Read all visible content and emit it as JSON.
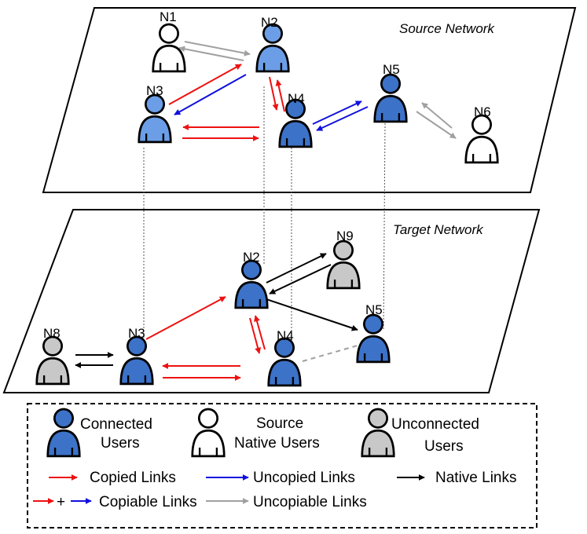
{
  "source_network": {
    "title": "Source Network",
    "nodes": [
      {
        "id": "N1",
        "type": "source"
      },
      {
        "id": "N2",
        "type": "connected-light"
      },
      {
        "id": "N3",
        "type": "connected-light"
      },
      {
        "id": "N4",
        "type": "connected"
      },
      {
        "id": "N5",
        "type": "connected"
      },
      {
        "id": "N6",
        "type": "source"
      }
    ]
  },
  "target_network": {
    "title": "Target Network",
    "nodes": [
      {
        "id": "N2",
        "type": "connected"
      },
      {
        "id": "N9",
        "type": "unconnected"
      },
      {
        "id": "N3",
        "type": "connected"
      },
      {
        "id": "N8",
        "type": "unconnected"
      },
      {
        "id": "N4",
        "type": "connected"
      },
      {
        "id": "N5",
        "type": "connected"
      }
    ]
  },
  "legend": {
    "connected_line1": "Connected",
    "connected_line2": "Users",
    "source_line1": "Source",
    "source_line2": "Native Users",
    "unconnected_line1": "Unconnected",
    "unconnected_line2": "Users",
    "copied_links": "Copied Links",
    "uncopied_links": "Uncopied Links",
    "native_links": "Native Links",
    "plus": "+",
    "copiable_links": "Copiable Links",
    "uncopiable_links": "Uncopiable Links"
  },
  "colors": {
    "connected_fill": "#3c72c8",
    "connected_light_fill": "#6b9ee6",
    "source_fill": "#ffffff",
    "unconnected_fill": "#c8c8c8",
    "copied": "#ee1111",
    "uncopied": "#1010dd",
    "native": "#000000",
    "uncopiable": "#a0a0a0"
  }
}
